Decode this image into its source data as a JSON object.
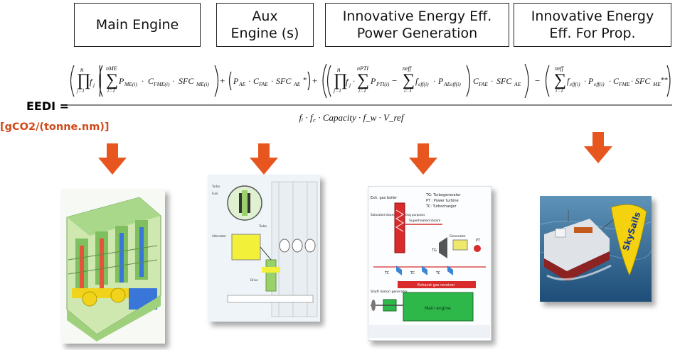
{
  "headers": [
    {
      "label": "Main Engine"
    },
    {
      "label": "Aux\nEngine (s)"
    },
    {
      "label": "Innovative Energy Eff.\nPower Generation"
    },
    {
      "label": "Innovative Energy\nEff. For Prop."
    }
  ],
  "formula": {
    "lhs": "EEDI =",
    "unit": "[gCO2/(tonne.nm)]",
    "denominator": "fᵢ · f꜀ · Capacity · f_w · V_ref",
    "terms": {
      "n": "n",
      "j1": "j=1",
      "nME": "nME",
      "i1": "i=1",
      "nPTI": "nPTI",
      "neff": "neff",
      "fj": "f",
      "j": "j",
      "pme": "P",
      "pme_sub": "ME(i)",
      "cfme": "C",
      "cfme_sub": "FME(i)",
      "sfcme": "SFC",
      "sfcme_sub": "ME(i)",
      "pae": "P",
      "pae_sub": "AE",
      "cfae": "C",
      "cfae_sub": "FAE",
      "sfcae": "SFC",
      "sfcae_sub": "AE",
      "star1": "*",
      "ppti": "P",
      "ppti_sub": "PTI(i)",
      "feff": "f",
      "feff_sub": "eff(i)",
      "paeeff": "P",
      "paeeff_sub": "AEeff(i)",
      "peff": "P",
      "peff_sub": "eff(i)",
      "cfme2": "C",
      "cfme2_sub": "FME",
      "sfcme2": "SFC",
      "sfcme2_sub": "ME",
      "star2": "**"
    }
  },
  "images": {
    "aux": {
      "labels": [
        "Turbo",
        "Fuel",
        "Alternator",
        "Turbo",
        "Drive"
      ]
    },
    "power_gen": {
      "legend": [
        "TG: Turbogenerator",
        "PT : Power turbine",
        "TC: Turbocharger"
      ],
      "labels": [
        "Exh. gas boiler",
        "Saturated steam for heating purposes",
        "Superheated steam",
        "Generator",
        "PT",
        "TG",
        "TC",
        "TC",
        "TC",
        "Shaft motor/ generator",
        "Exhaust gas receiver",
        "Main engine"
      ]
    },
    "prop": {
      "kite_text": "SkySails"
    }
  },
  "colors": {
    "arrow": "#e8561f",
    "unit_text": "#d04a1a",
    "header_border": "#222222"
  }
}
